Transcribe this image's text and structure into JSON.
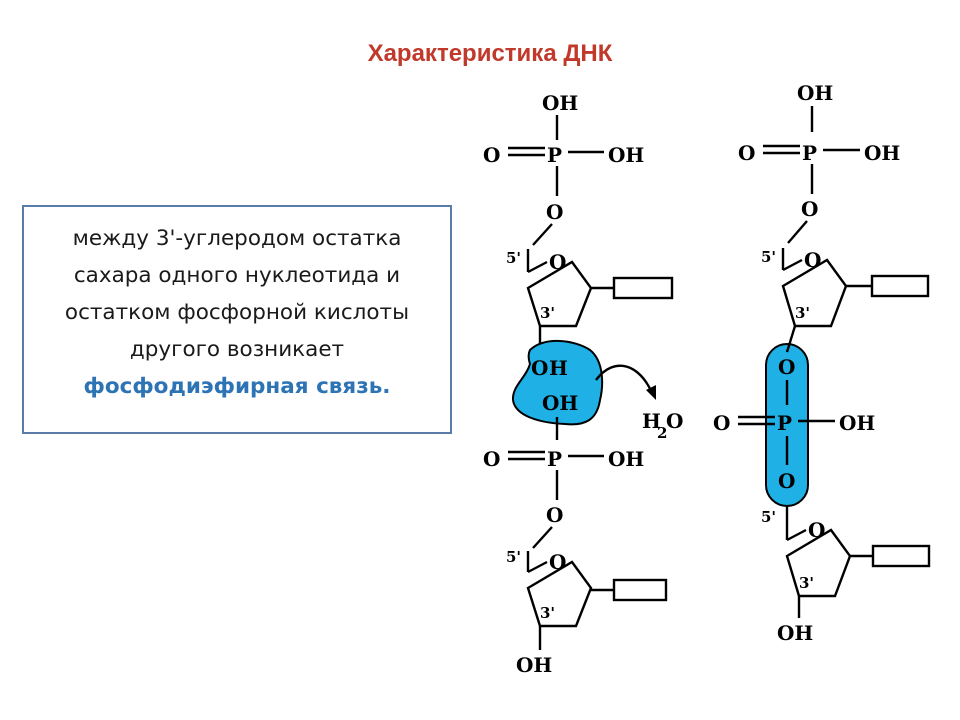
{
  "title": "Характеристика ДНК",
  "text": {
    "line1": "между 3'-углеродом остатка",
    "line2": "сахара одного нуклеотида и",
    "line3": "остатком фосфорной кислоты",
    "line4": "другого возникает",
    "highlight": "фосфодиэфирная связь."
  },
  "labels": {
    "oh": "OH",
    "o": "O",
    "p": "P",
    "prime5": "5'",
    "prime3": "3'",
    "h": "H",
    "h2o_h": "H",
    "h2o_2": "2",
    "h2o_o": "O"
  },
  "colors": {
    "title": "#c0392b",
    "highlight_text": "#2e74b5",
    "blob_fill": "#1fb0e6",
    "box_border": "#5b7ba8"
  }
}
